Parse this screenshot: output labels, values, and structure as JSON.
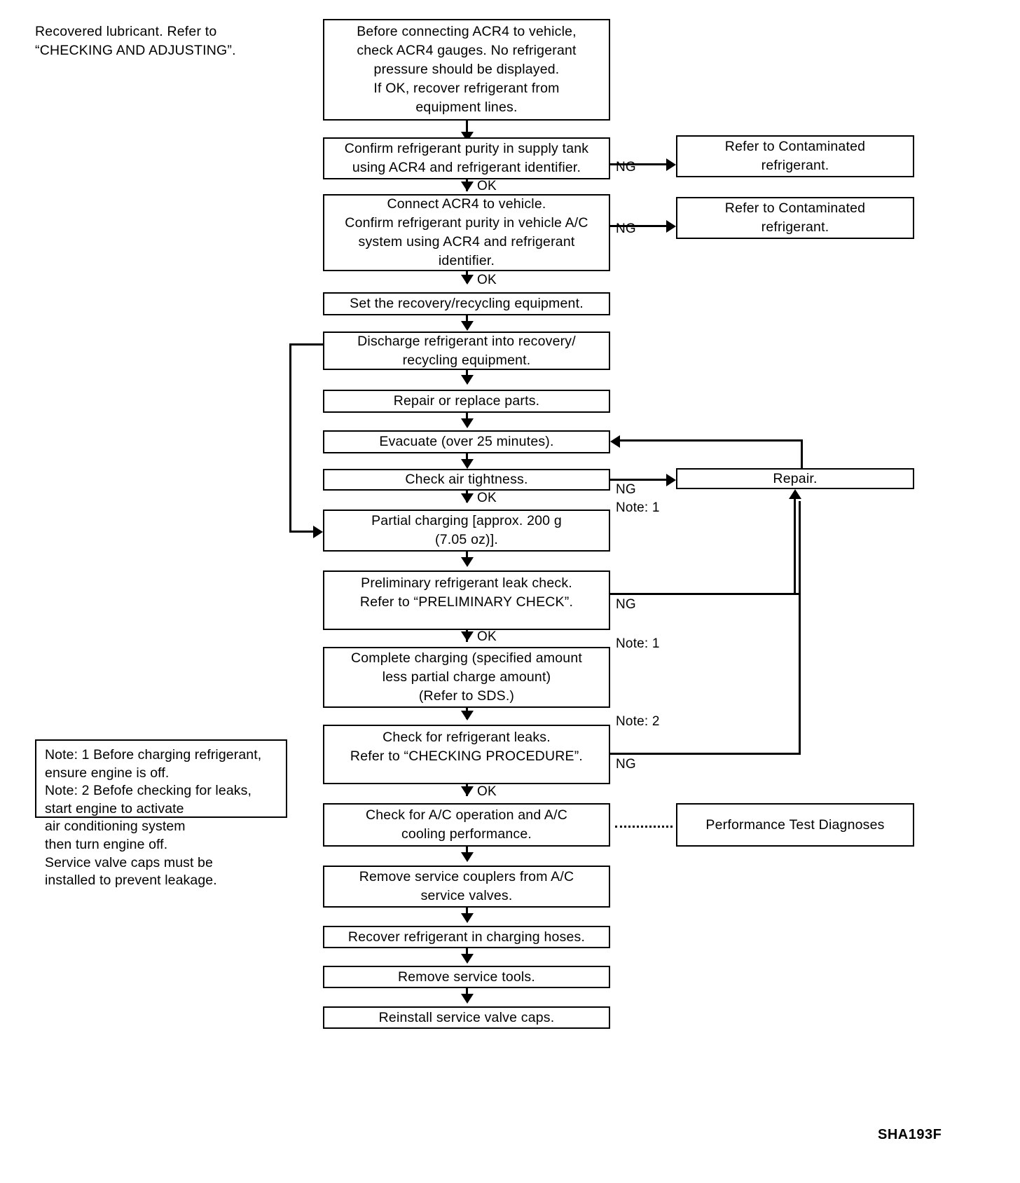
{
  "diagram": {
    "title_note": "Recovered lubricant. Refer to\n“CHECKING AND ADJUSTING”.",
    "figure_code": "SHA193F",
    "nodes": {
      "check_gauges": "Before connecting ACR4 to vehicle,\ncheck ACR4 gauges. No refrigerant\npressure should be displayed.\nIf OK, recover refrigerant from\nequipment lines.",
      "confirm_supply_tank": "Confirm refrigerant purity in supply tank\nusing ACR4 and refrigerant identifier.",
      "connect_acr4": "Connect ACR4 to vehicle.\nConfirm refrigerant purity in vehicle A/C\nsystem using ACR4 and refrigerant\nidentifier.",
      "set_equipment": "Set the recovery/recycling equipment.",
      "discharge": "Discharge refrigerant into recovery/\nrecycling equipment.",
      "repair_replace": "Repair or replace parts.",
      "evacuate": "Evacuate (over 25 minutes).",
      "check_air_tightness": "Check air tightness.",
      "partial_charging": "Partial charging [approx. 200 g\n(7.05 oz)].",
      "preliminary_leak_check": "Preliminary refrigerant leak check.\nRefer to “PRELIMINARY CHECK”.",
      "complete_charging": "Complete charging (specified amount\nless partial charge amount)\n(Refer to SDS.)",
      "check_leaks": "Check for refrigerant leaks.\nRefer to “CHECKING PROCEDURE”.",
      "check_ac_operation": "Check for A/C operation and A/C\ncooling performance.",
      "remove_couplers": "Remove service couplers from A/C\nservice valves.",
      "recover_hoses": "Recover refrigerant in charging hoses.",
      "remove_tools": "Remove service tools.",
      "reinstall_caps": "Reinstall service valve caps.",
      "contaminated_1": "Refer to Contaminated\nrefrigerant.",
      "contaminated_2": "Refer to Contaminated\nrefrigerant.",
      "repair": "Repair.",
      "performance_test": "Performance Test Diagnoses"
    },
    "edge_labels": {
      "ng_1": "NG",
      "ng_2": "NG",
      "ok_1": "OK",
      "ok_2": "OK",
      "ok_3": "OK",
      "ok_4": "OK",
      "ok_5": "OK",
      "ng_3": "NG",
      "ng_4": "NG",
      "ng_5": "NG",
      "note_ref_1": "Note: 1",
      "note_ref_2": "Note: 1",
      "note_ref_3": "Note: 2"
    },
    "notes_box": "Note: 1 Before charging refrigerant,\n            ensure engine is off.\nNote: 2 Befofe checking for leaks,\n            start engine to activate\n            air conditioning system\n            then turn engine off.\n             Service valve caps must be\n            installed to prevent leakage."
  }
}
